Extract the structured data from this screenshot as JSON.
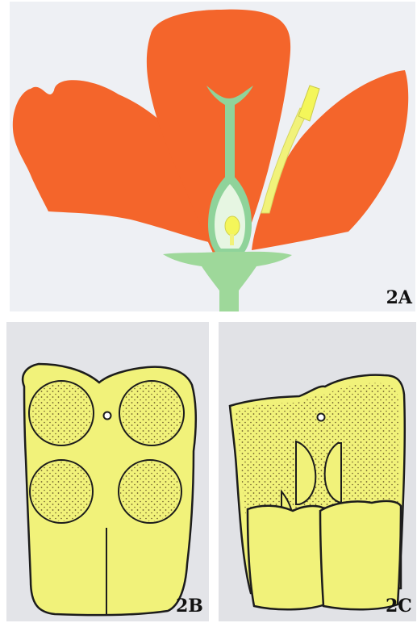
{
  "figure": {
    "panels": [
      {
        "label": "2A"
      },
      {
        "label": "2B"
      },
      {
        "label": "2C"
      }
    ]
  },
  "colors": {
    "petal": "#f4652b",
    "sepal_green": "#9ed89a",
    "stigma_green": "#8fd39a",
    "pale_green": "#e6f6e2",
    "stamen_yellow": "#f1f27a",
    "anther_yellow": "#f4f65a",
    "outline": "#1c1c1c",
    "pollen_dots": "#6b5a2a"
  }
}
